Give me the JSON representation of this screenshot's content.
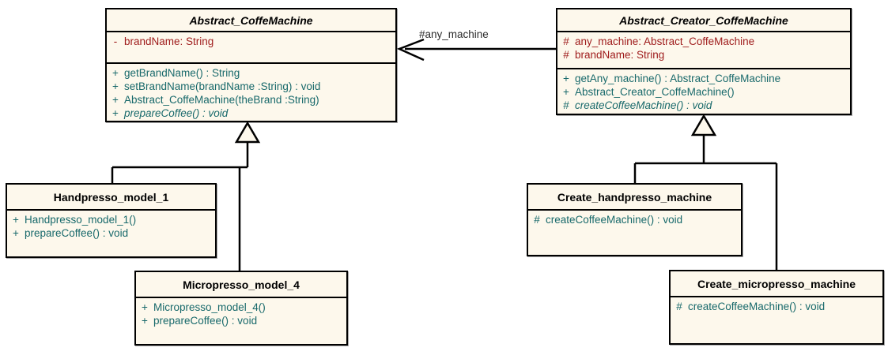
{
  "diagram": {
    "title": "Abstract Factory coffee machine UML class diagram",
    "colors": {
      "box_fill": "#fdf8ec",
      "border": "#000000",
      "attribute_text": "#9e1a1a",
      "method_text": "#18696b",
      "label_text": "#2b2b2b"
    },
    "association_label": "#any_machine",
    "classes": [
      {
        "id": "abstract_coffemachine",
        "name": "Abstract_CoffeMachine",
        "abstract": true,
        "attributes": [
          {
            "visibility": "-",
            "text": "brandName:  String"
          }
        ],
        "methods": [
          {
            "visibility": "+",
            "text": "getBrandName() : String",
            "abstract": false
          },
          {
            "visibility": "+",
            "text": "setBrandName(brandName :String) : void",
            "abstract": false
          },
          {
            "visibility": "+",
            "text": "Abstract_CoffeMachine(theBrand :String)",
            "abstract": false
          },
          {
            "visibility": "+",
            "text": "prepareCoffee() : void",
            "abstract": true
          }
        ]
      },
      {
        "id": "abstract_creator_coffemachine",
        "name": "Abstract_Creator_CoffeMachine",
        "abstract": true,
        "attributes": [
          {
            "visibility": "#",
            "text": "any_machine:  Abstract_CoffeMachine"
          },
          {
            "visibility": "#",
            "text": "brandName:  String"
          }
        ],
        "methods": [
          {
            "visibility": "+",
            "text": "getAny_machine() : Abstract_CoffeMachine",
            "abstract": false
          },
          {
            "visibility": "+",
            "text": "Abstract_Creator_CoffeMachine()",
            "abstract": false
          },
          {
            "visibility": "#",
            "text": "createCoffeeMachine() : void",
            "abstract": true
          }
        ]
      },
      {
        "id": "handpresso_model_1",
        "name": "Handpresso_model_1",
        "abstract": false,
        "attributes": [],
        "methods": [
          {
            "visibility": "+",
            "text": "Handpresso_model_1()",
            "abstract": false
          },
          {
            "visibility": "+",
            "text": "prepareCoffee() : void",
            "abstract": false
          }
        ]
      },
      {
        "id": "micropresso_model_4",
        "name": "Micropresso_model_4",
        "abstract": false,
        "attributes": [],
        "methods": [
          {
            "visibility": "+",
            "text": "Micropresso_model_4()",
            "abstract": false
          },
          {
            "visibility": "+",
            "text": "prepareCoffee() : void",
            "abstract": false
          }
        ]
      },
      {
        "id": "create_handpresso_machine",
        "name": "Create_handpresso_machine",
        "abstract": false,
        "attributes": [],
        "methods": [
          {
            "visibility": "#",
            "text": "createCoffeeMachine() : void",
            "abstract": false
          }
        ]
      },
      {
        "id": "create_micropresso_machine",
        "name": "Create_micropresso_machine",
        "abstract": false,
        "attributes": [],
        "methods": [
          {
            "visibility": "#",
            "text": "createCoffeeMachine() : void",
            "abstract": false
          }
        ]
      }
    ]
  }
}
